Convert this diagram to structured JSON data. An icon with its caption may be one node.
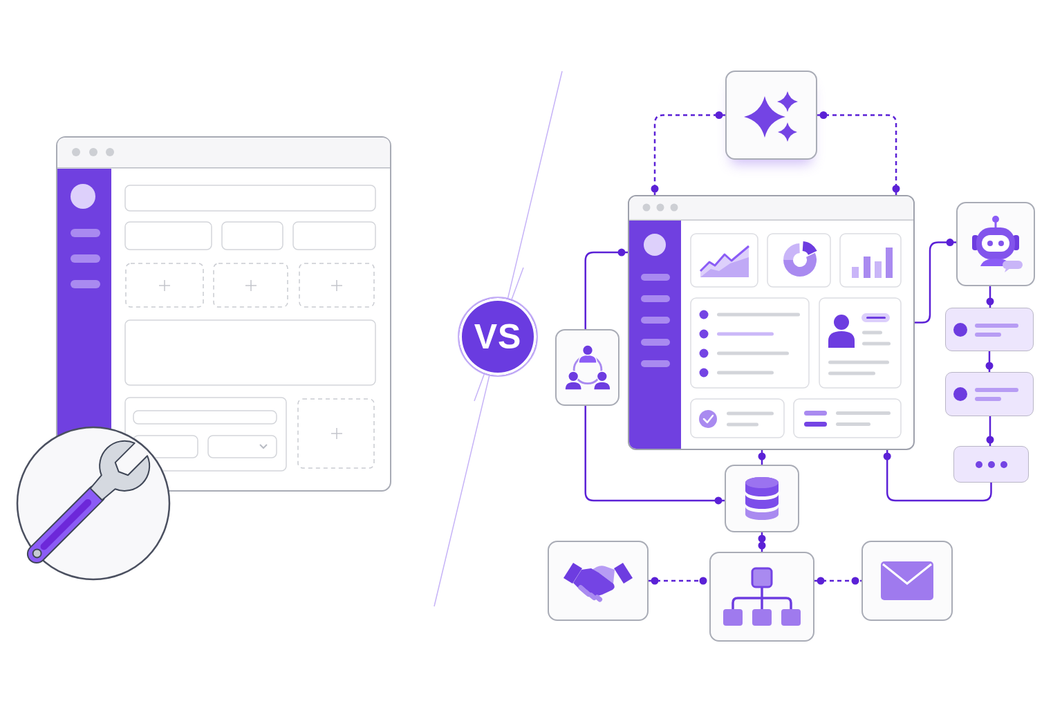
{
  "diagram": {
    "nodes": [
      {
        "text": [
          "VS"
        ]
      },
      {
        "text": [],
        "shape": "box"
      },
      {
        "text": [],
        "shape": "box"
      },
      {
        "text": [],
        "shape": "box"
      },
      {
        "text": [],
        "shape": "box"
      },
      {
        "text": [],
        "shape": "box"
      },
      {
        "text": [],
        "shape": "box"
      },
      {
        "text": [],
        "shape": "box"
      },
      {
        "text": [],
        "shape": "box"
      },
      {
        "text": [],
        "shape": "box"
      },
      {
        "text": [],
        "shape": "box"
      },
      {
        "text": [],
        "shape": "box"
      }
    ],
    "edges": [
      {
        "from": 1,
        "to": 2,
        "arrow": "other",
        "style": "dashed"
      },
      {
        "from": 1,
        "to": 2,
        "arrow": "other",
        "style": "dashed"
      },
      {
        "from": 4,
        "to": 2,
        "arrow": "other"
      },
      {
        "from": 2,
        "to": 3,
        "arrow": "other"
      },
      {
        "from": 3,
        "to": 5,
        "arrow": "other"
      },
      {
        "from": 5,
        "to": 6,
        "arrow": "other"
      },
      {
        "from": 6,
        "to": 7,
        "arrow": "other"
      },
      {
        "from": 4,
        "to": 8,
        "arrow": "other"
      },
      {
        "from": 2,
        "to": 8,
        "arrow": "other"
      },
      {
        "from": 2,
        "to": 7,
        "arrow": "other"
      },
      {
        "from": 8,
        "to": 10,
        "arrow": "other"
      },
      {
        "from": 9,
        "to": 10,
        "arrow": "other",
        "style": "dashed"
      },
      {
        "from": 10,
        "to": 11,
        "arrow": "other",
        "style": "dashed"
      }
    ]
  }
}
